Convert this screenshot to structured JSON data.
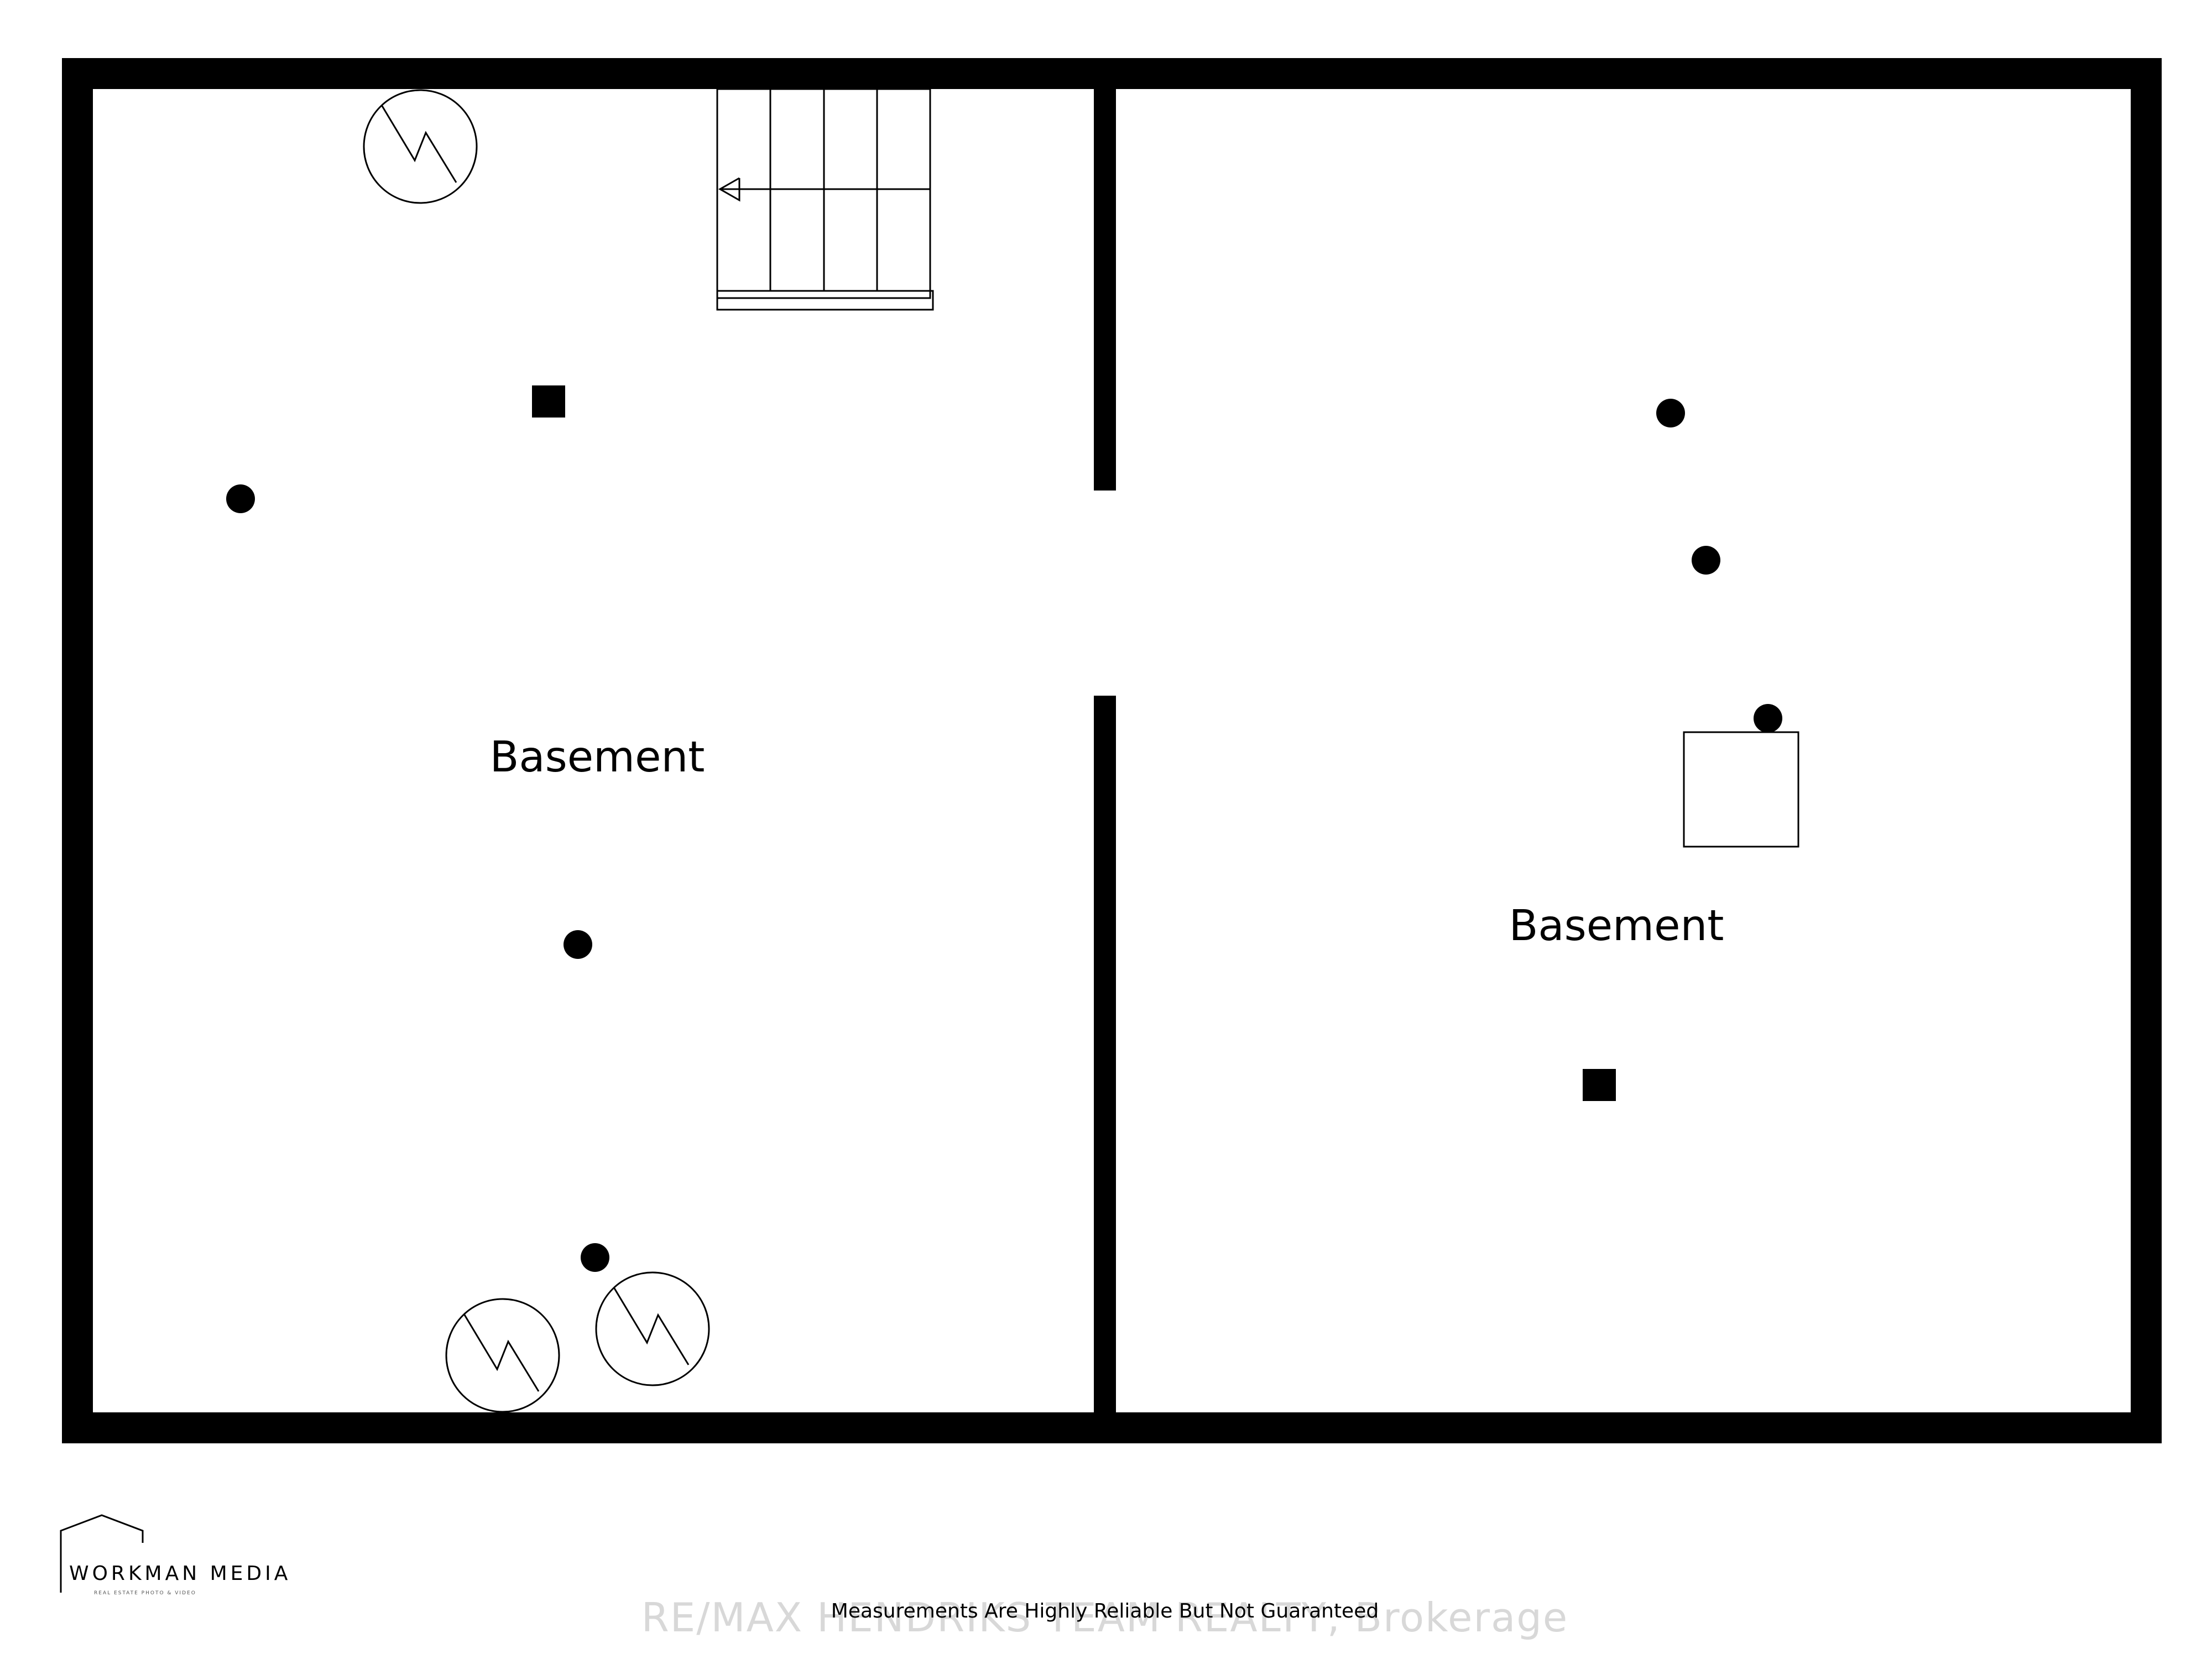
{
  "rooms": {
    "left": {
      "label": "Basement"
    },
    "right": {
      "label": "Basement"
    }
  },
  "footer": {
    "disclaimer": "Measurements Are Highly Reliable But Not Guaranteed",
    "watermark": "RE/MAX HENDRIKS TEAM REALTY, Brokerage"
  },
  "logo": {
    "name": "WORKMAN MEDIA",
    "tagline": "REAL ESTATE PHOTO & VIDEO",
    "icon": "house-outline-icon"
  },
  "symbols": {
    "wall_light": "wall-light-icon",
    "ceiling_light": "ceiling-light-icon",
    "outlet": "outlet-icon",
    "stairs": "stairs-icon",
    "fixture": "square-fixture-icon"
  },
  "colors": {
    "wall": "#000000",
    "floor": "#ffffff",
    "watermark": "#d8d8d8"
  }
}
